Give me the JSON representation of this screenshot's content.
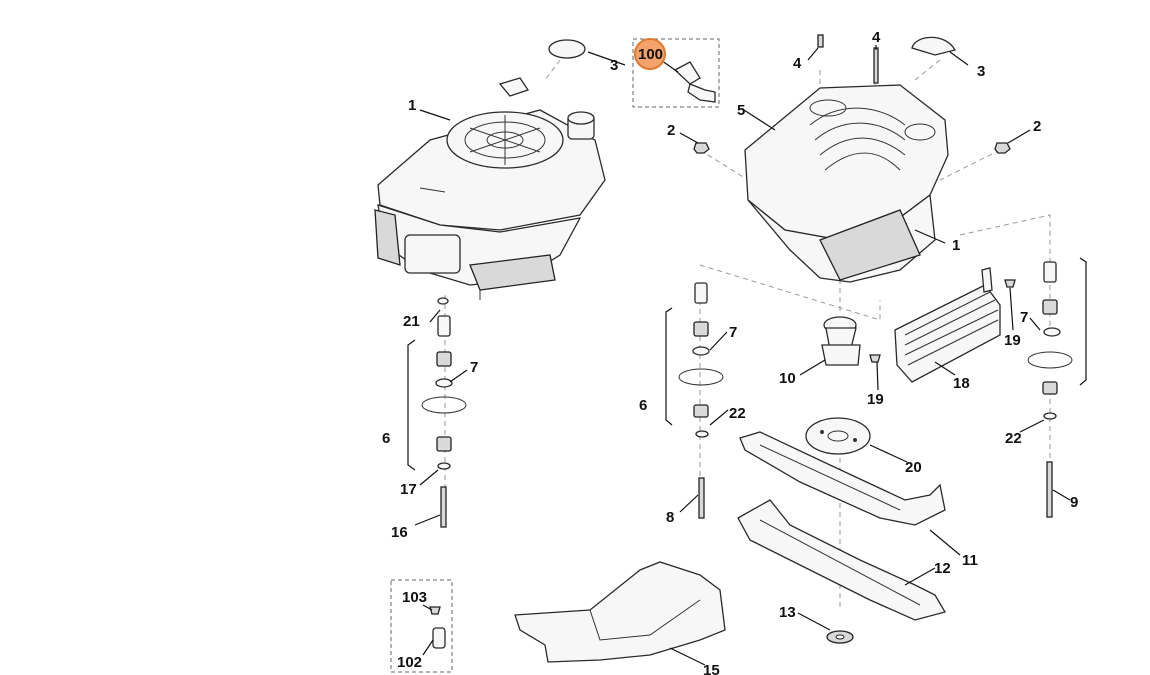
{
  "diagram": {
    "highlighted_part": "100",
    "callouts": {
      "c1a": "1",
      "c1b": "1",
      "c2a": "2",
      "c2b": "2",
      "c3a": "3",
      "c3b": "3",
      "c4a": "4",
      "c4b": "4",
      "c5": "5",
      "c6a": "6",
      "c6b": "6",
      "c7a": "7",
      "c7b": "7",
      "c7c": "7",
      "c8": "8",
      "c9": "9",
      "c10": "10",
      "c11": "11",
      "c12": "12",
      "c13": "13",
      "c15": "15",
      "c16": "16",
      "c17": "17",
      "c18": "18",
      "c19a": "19",
      "c19b": "19",
      "c20": "20",
      "c21": "21",
      "c22a": "22",
      "c22b": "22",
      "c100": "100",
      "c102": "102",
      "c103": "103"
    },
    "colors": {
      "highlight_fill": "#f4a26c",
      "highlight_stroke": "#e07a2e"
    }
  }
}
